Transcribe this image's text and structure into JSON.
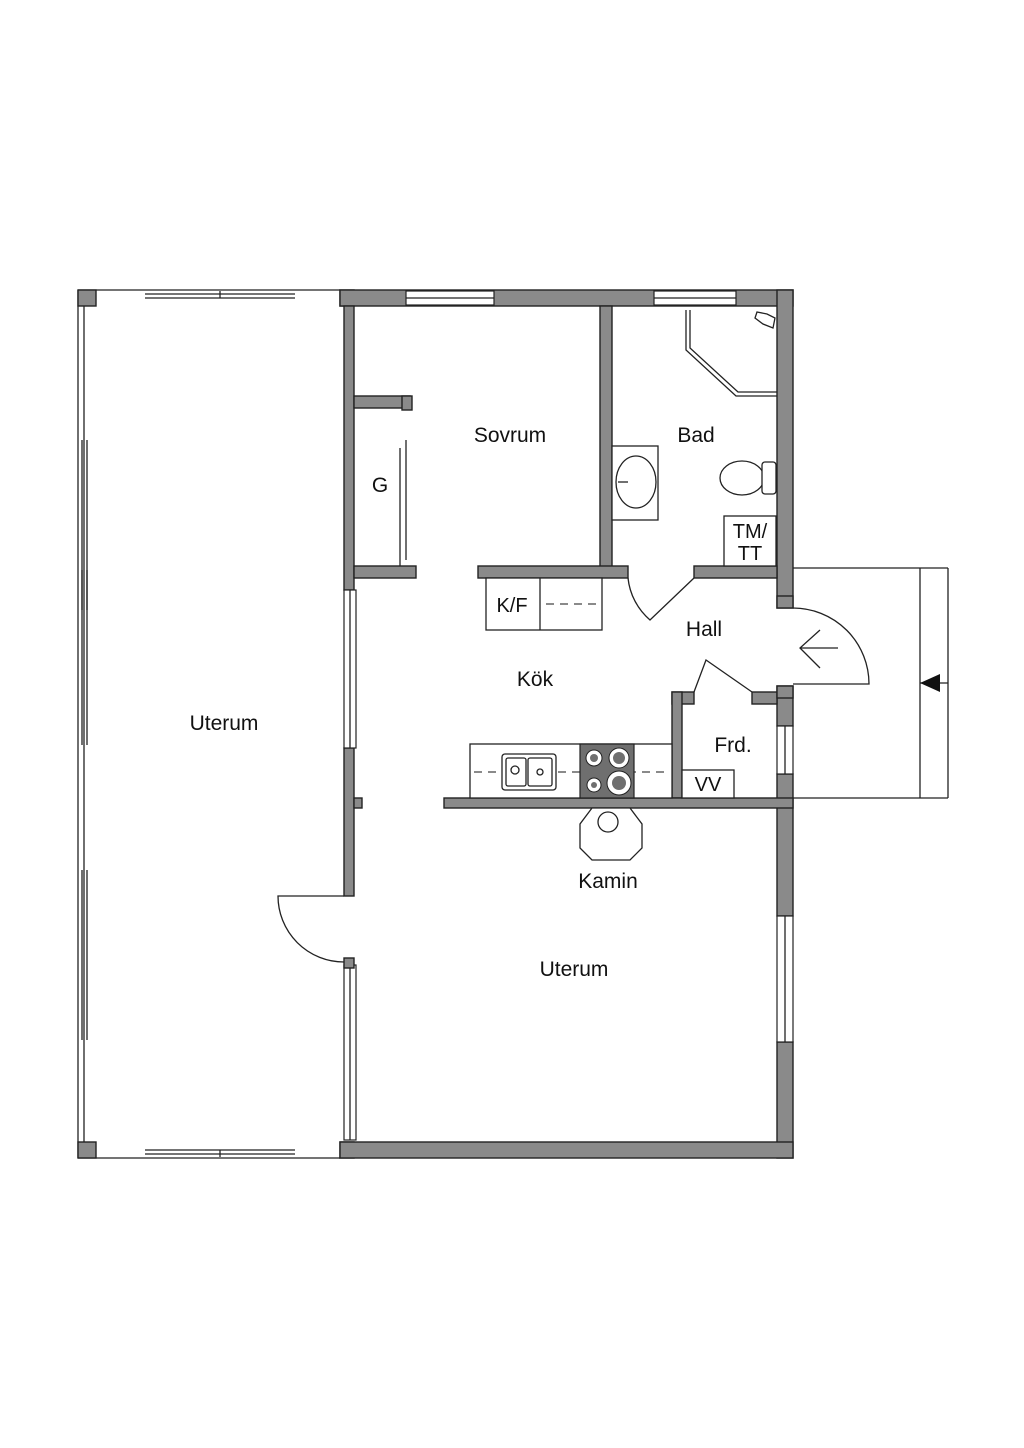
{
  "rooms": {
    "uterum_left": "Uterum",
    "sovrum": "Sovrum",
    "bad": "Bad",
    "g": "G",
    "tm_tt_line1": "TM/",
    "tm_tt_line2": "TT",
    "kf": "K/F",
    "hall": "Hall",
    "kok": "Kök",
    "frd": "Frd.",
    "vv": "VV",
    "kamin": "Kamin",
    "uterum_right": "Uterum"
  },
  "colors": {
    "wall": "#8a8a8a",
    "line": "#222222",
    "background": "#ffffff"
  }
}
